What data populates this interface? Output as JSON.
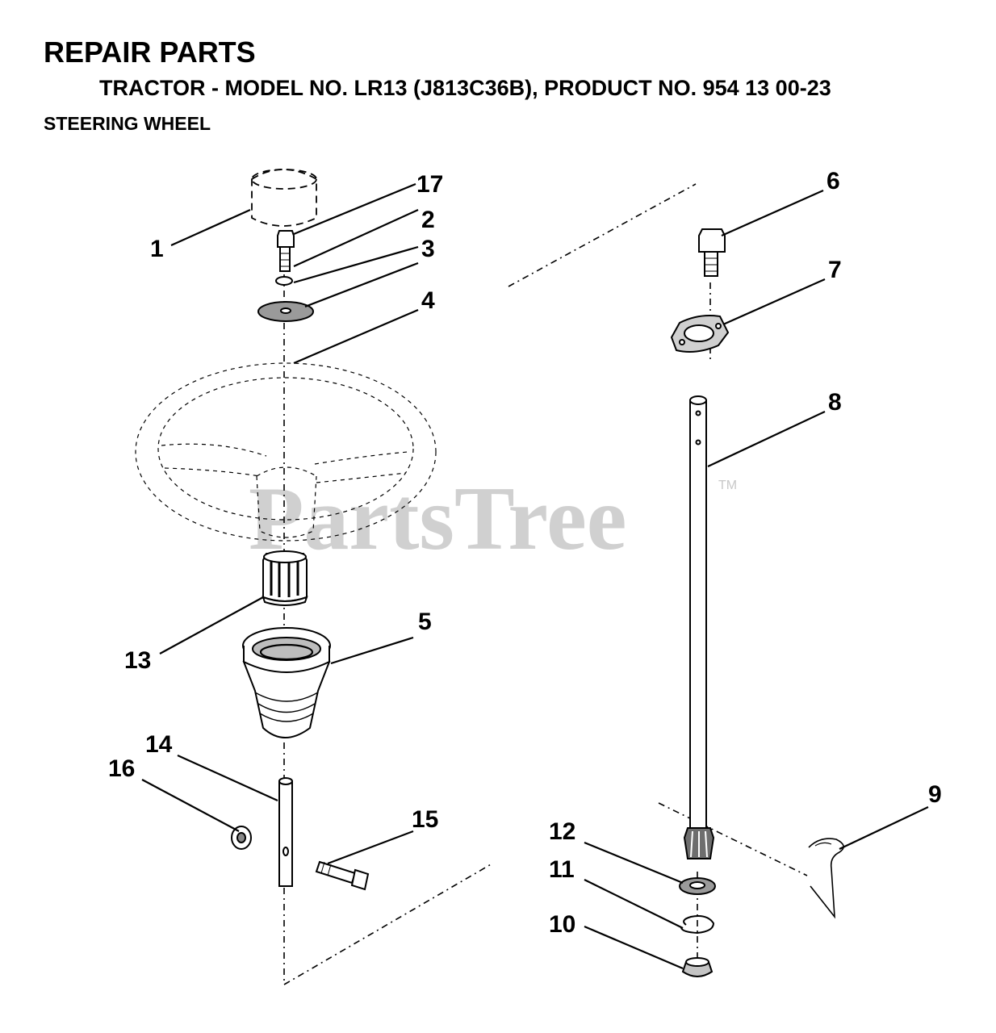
{
  "header": {
    "title": "REPAIR PARTS",
    "model_line": "TRACTOR - MODEL NO. LR13 (J813C36B), PRODUCT NO. 954 13 00-23",
    "section": "STEERING WHEEL"
  },
  "watermark": {
    "brand": "PartsTree",
    "trademark": "TM"
  },
  "callouts": {
    "p1": "1",
    "p2": "2",
    "p3": "3",
    "p4": "4",
    "p5": "5",
    "p6": "6",
    "p7": "7",
    "p8": "8",
    "p9": "9",
    "p10": "10",
    "p11": "11",
    "p12": "12",
    "p13": "13",
    "p14": "14",
    "p15": "15",
    "p16": "16",
    "p17": "17"
  }
}
